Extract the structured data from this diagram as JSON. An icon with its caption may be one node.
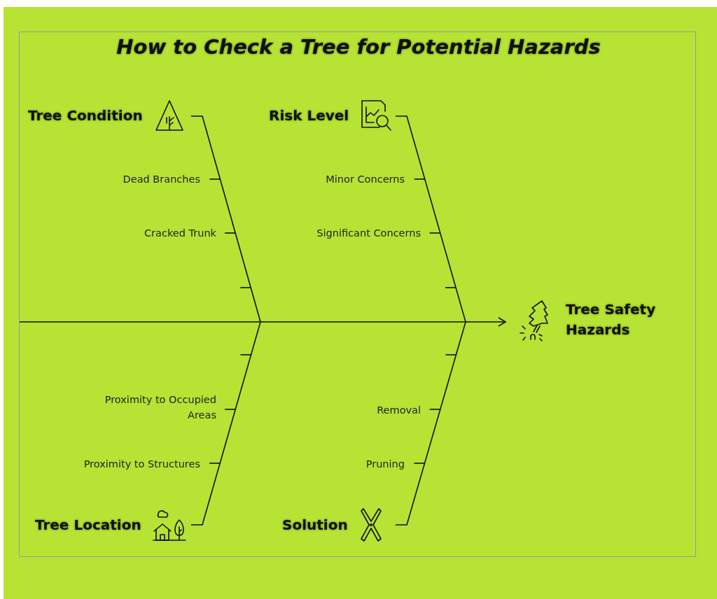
{
  "diagram": {
    "title": "How to Check a Tree for Potential Hazards",
    "nodes": [
      {
        "text": [
          "Tree Condition"
        ]
      },
      {
        "text": [
          "Risk Level"
        ]
      },
      {
        "text": [
          "Tree Location"
        ]
      },
      {
        "text": [
          "Solution"
        ]
      },
      {
        "text": [
          "Tree Safety Hazards"
        ]
      }
    ],
    "edges": [
      {
        "from": null,
        "to": 4,
        "arrow": "to"
      }
    ],
    "labels": [
      "Dead Branches",
      "Minor Concerns",
      "Cracked Trunk",
      "Significant Concerns",
      "Proximity to Occupied Areas",
      "Removal",
      "Proximity to Structures",
      "Pruning"
    ]
  }
}
